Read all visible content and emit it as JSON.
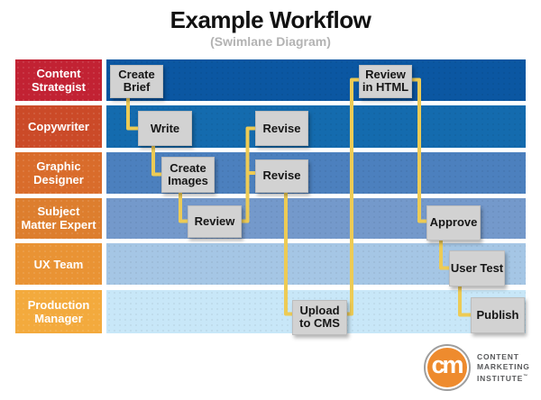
{
  "title": "Example Workflow",
  "subtitle": "(Swimlane Diagram)",
  "colors": {
    "connector": "#edcb55",
    "task-bg": "#d2d2d2",
    "task-border": "#bdbdbd",
    "title-color": "#111111",
    "subtitle-color": "#b3b3b3",
    "logo-orange": "#ee8b2e",
    "logo-gray": "#58595b"
  },
  "lanes": [
    {
      "label": "Content\nStrategist",
      "label_color": "#c22233",
      "row_color": "#0b57a2"
    },
    {
      "label": "Copywriter",
      "label_color": "#cb4a28",
      "row_color": "#146bae"
    },
    {
      "label": "Graphic\nDesigner",
      "label_color": "#d96c2b",
      "row_color": "#4c80be"
    },
    {
      "label": "Subject\nMatter Expert",
      "label_color": "#dd7e2e",
      "row_color": "#7499cb"
    },
    {
      "label": "UX Team",
      "label_color": "#e99334",
      "row_color": "#a5c6e5"
    },
    {
      "label": "Production\nManager",
      "label_color": "#f3aa3d",
      "row_color": "#c8e7f8"
    }
  ],
  "tasks": [
    {
      "label": "Create\nBrief",
      "lane": "Content Strategist"
    },
    {
      "label": "Write",
      "lane": "Copywriter"
    },
    {
      "label": "Revise",
      "lane": "Copywriter"
    },
    {
      "label": "Create\nImages",
      "lane": "Graphic Designer"
    },
    {
      "label": "Revise",
      "lane": "Graphic Designer"
    },
    {
      "label": "Review",
      "lane": "Subject Matter Expert"
    },
    {
      "label": "Review\nin HTML",
      "lane": "Content Strategist"
    },
    {
      "label": "Approve",
      "lane": "Subject Matter Expert"
    },
    {
      "label": "User Test",
      "lane": "UX Team"
    },
    {
      "label": "Upload\nto CMS",
      "lane": "Production Manager"
    },
    {
      "label": "Publish",
      "lane": "Production Manager"
    }
  ],
  "logo": {
    "monogram": "cm",
    "name_lines": [
      "CONTENT",
      "MARKETING",
      "INSTITUTE"
    ],
    "trademark": "™"
  }
}
